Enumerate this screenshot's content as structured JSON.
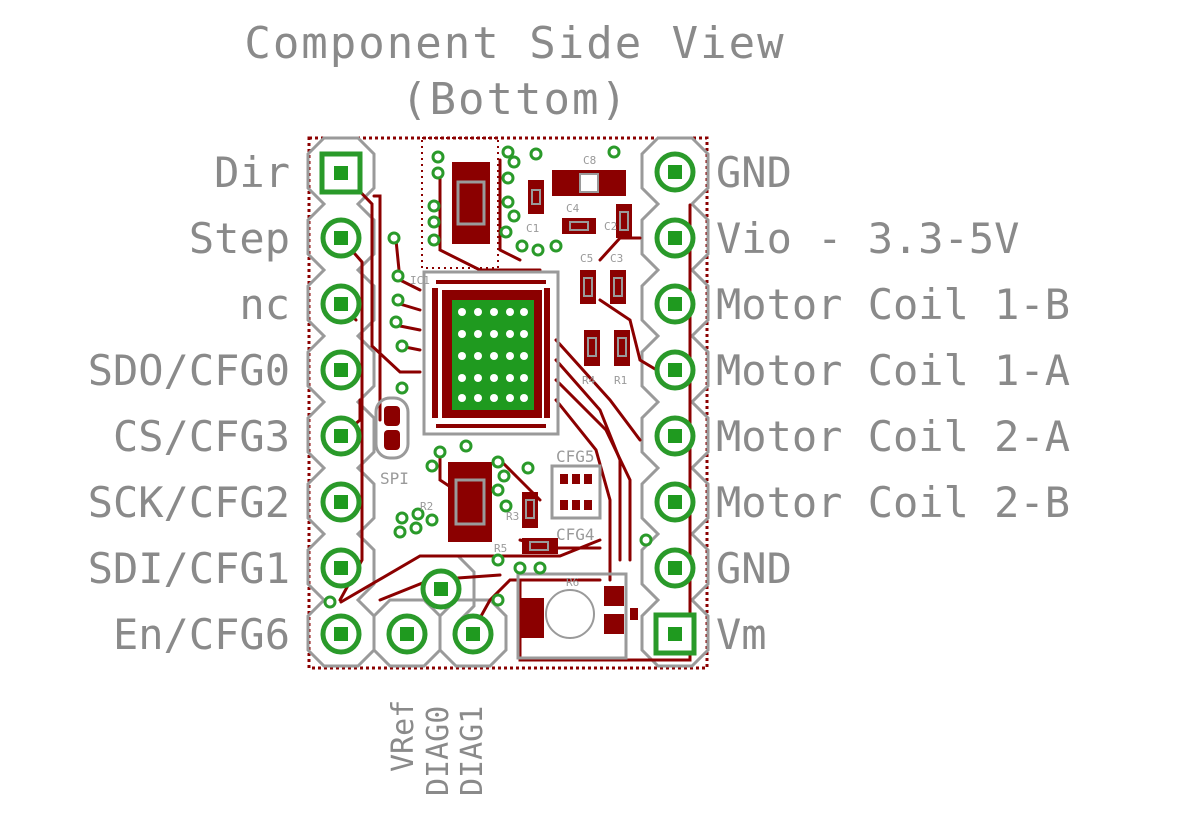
{
  "title": {
    "line1": "Component Side View",
    "line2": "(Bottom)"
  },
  "left_pins": [
    "Dir",
    "Step",
    "nc",
    "SDO/CFG0",
    "CS/CFG3",
    "SCK/CFG2",
    "SDI/CFG1",
    "En/CFG6"
  ],
  "right_pins": [
    "GND",
    "Vio - 3.3-5V",
    "Motor Coil 1-B",
    "Motor Coil 1-A",
    "Motor Coil 2-A",
    "Motor Coil 2-B",
    "GND",
    "Vm"
  ],
  "bottom_pins": [
    "VRef",
    "DIAG0",
    "DIAG1"
  ],
  "board_labels": {
    "c8": "C8",
    "c1": "C1",
    "c2": "C2",
    "c4": "C4",
    "c5": "C5",
    "c3": "C3",
    "ic": "IC1",
    "r4": "R4",
    "r1": "R1",
    "spi": "SPI",
    "cfg5": "CFG5",
    "cfg4": "CFG4",
    "r2": "R2",
    "r3": "R3",
    "r5": "R5",
    "r6": "R6"
  },
  "colors": {
    "copper": "#8b0000",
    "pad_ring": "#2a9a2a",
    "silkscreen": "#9a9a9a",
    "text": "#8a8a8a"
  }
}
